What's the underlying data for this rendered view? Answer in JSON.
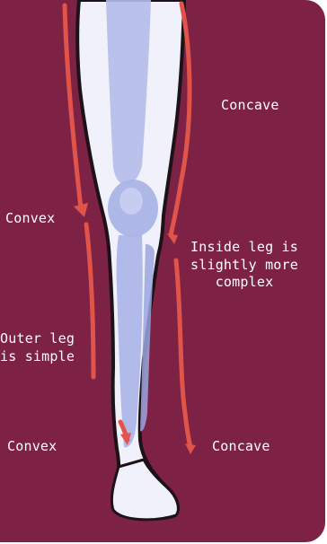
{
  "labels": {
    "concave_top": "Concave",
    "convex_knee": "Convex",
    "inside_leg": "Inside leg is\nslightly more\ncomplex",
    "outer_leg": "Outer leg\nis simple",
    "convex_ankle": "Convex",
    "concave_ankle": "Concave"
  },
  "colors": {
    "background": "#7d2244",
    "leg_fill": "#f1f1fb",
    "bone": "#a9b4e6",
    "outline": "#1e1219",
    "guide_line": "#e0544a",
    "text": "#ffffff"
  }
}
